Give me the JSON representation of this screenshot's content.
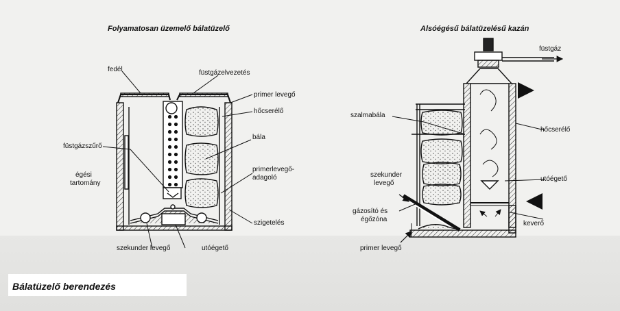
{
  "left_diagram": {
    "title": "Folyamatosan üzemelő bálatüzelő",
    "labels": {
      "fedel": "fedél",
      "fustgazelvezetes": "füstgázelvezetés",
      "primer_levego": "primer levegő",
      "hocserelo": "hőcserélő",
      "bala": "bála",
      "fustgazszuro": "füstgázszűrő",
      "egesi_tartomany_1": "égési",
      "egesi_tartomany_2": "tartomány",
      "primerlevego_adagolo_1": "primerlevegő-",
      "primerlevego_adagolo_2": "adagoló",
      "szigeteles": "szigetelés",
      "szekunder_levego": "szekunder levegő",
      "utoegeto": "utóégető"
    }
  },
  "right_diagram": {
    "title": "Alsóégésű bálatüzelésű kazán",
    "labels": {
      "fustgaz": "füstgáz",
      "szalmabala": "szalmabála",
      "hocserelo": "hőcserélő",
      "szekunder_levego_1": "szekunder",
      "szekunder_levego_2": "levegő",
      "utoegeto": "utóégető",
      "gazosito_1": "gázosító és",
      "gazosito_2": "égőzóna",
      "kevero": "keverő",
      "primer_levego": "primer levegő"
    }
  },
  "caption": "Bálatüzelő berendezés"
}
